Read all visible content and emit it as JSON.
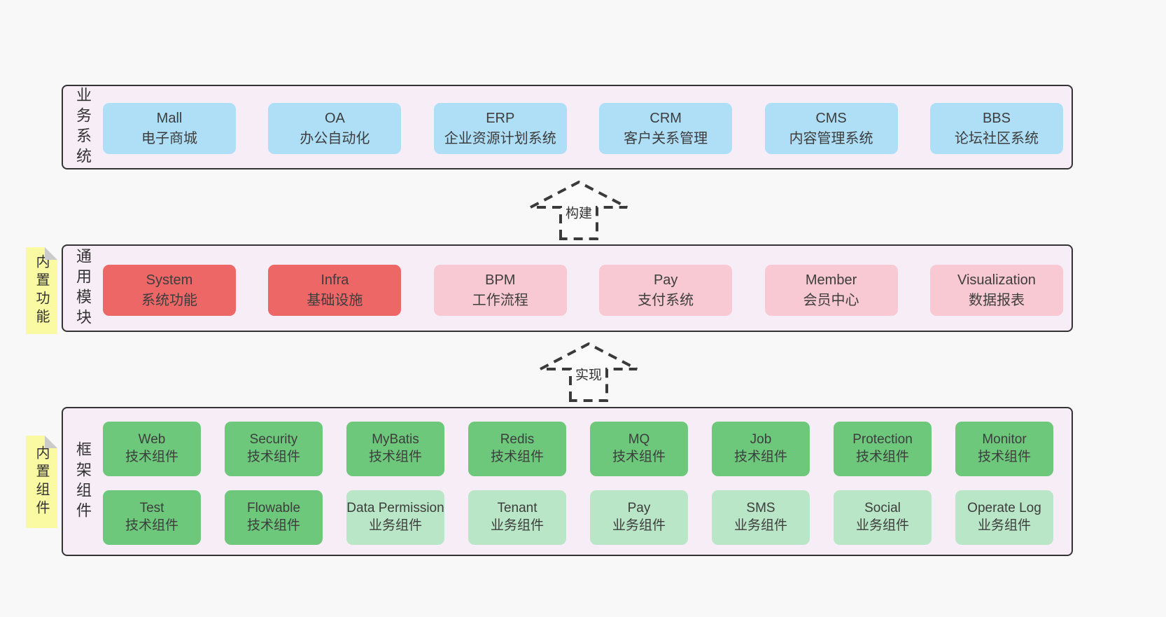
{
  "colors": {
    "page_background": "#f8f8f8",
    "panel_background": "#f7edf7",
    "panel_border": "#333333",
    "blue_box": "#aedff7",
    "red_box": "#ee6767",
    "pink_box": "#f9c9d3",
    "green_box": "#6dc87c",
    "light_green_box": "#b9e6c6",
    "sticky_yellow": "#fafaa3",
    "sticky_fold_gray": "#cbcbcb",
    "text": "#3d3d3d"
  },
  "arrows": {
    "build": "构建",
    "implement": "实现"
  },
  "panels": {
    "business": {
      "label": "业务系统",
      "boxes": [
        {
          "name": "Mall",
          "sub": "电子商城"
        },
        {
          "name": "OA",
          "sub": "办公自动化"
        },
        {
          "name": "ERP",
          "sub": "企业资源计划系统"
        },
        {
          "name": "CRM",
          "sub": "客户关系管理"
        },
        {
          "name": "CMS",
          "sub": "内容管理系统"
        },
        {
          "name": "BBS",
          "sub": "论坛社区系统"
        }
      ]
    },
    "modules": {
      "label": "通用模块",
      "sticky": "内置功能",
      "boxes": [
        {
          "name": "System",
          "sub": "系统功能"
        },
        {
          "name": "Infra",
          "sub": "基础设施"
        },
        {
          "name": "BPM",
          "sub": "工作流程"
        },
        {
          "name": "Pay",
          "sub": "支付系统"
        },
        {
          "name": "Member",
          "sub": "会员中心"
        },
        {
          "name": "Visualization",
          "sub": "数据报表"
        }
      ]
    },
    "components": {
      "label": "框架组件",
      "sticky": "内置组件",
      "row1": [
        {
          "name": "Web",
          "sub": "技术组件"
        },
        {
          "name": "Security",
          "sub": "技术组件"
        },
        {
          "name": "MyBatis",
          "sub": "技术组件"
        },
        {
          "name": "Redis",
          "sub": "技术组件"
        },
        {
          "name": "MQ",
          "sub": "技术组件"
        },
        {
          "name": "Job",
          "sub": "技术组件"
        },
        {
          "name": "Protection",
          "sub": "技术组件"
        },
        {
          "name": "Monitor",
          "sub": "技术组件"
        }
      ],
      "row2": [
        {
          "name": "Test",
          "sub": "技术组件"
        },
        {
          "name": "Flowable",
          "sub": "技术组件"
        },
        {
          "name": "Data Permission",
          "sub": "业务组件"
        },
        {
          "name": "Tenant",
          "sub": "业务组件"
        },
        {
          "name": "Pay",
          "sub": "业务组件"
        },
        {
          "name": "SMS",
          "sub": "业务组件"
        },
        {
          "name": "Social",
          "sub": "业务组件"
        },
        {
          "name": "Operate Log",
          "sub": "业务组件"
        }
      ]
    }
  }
}
